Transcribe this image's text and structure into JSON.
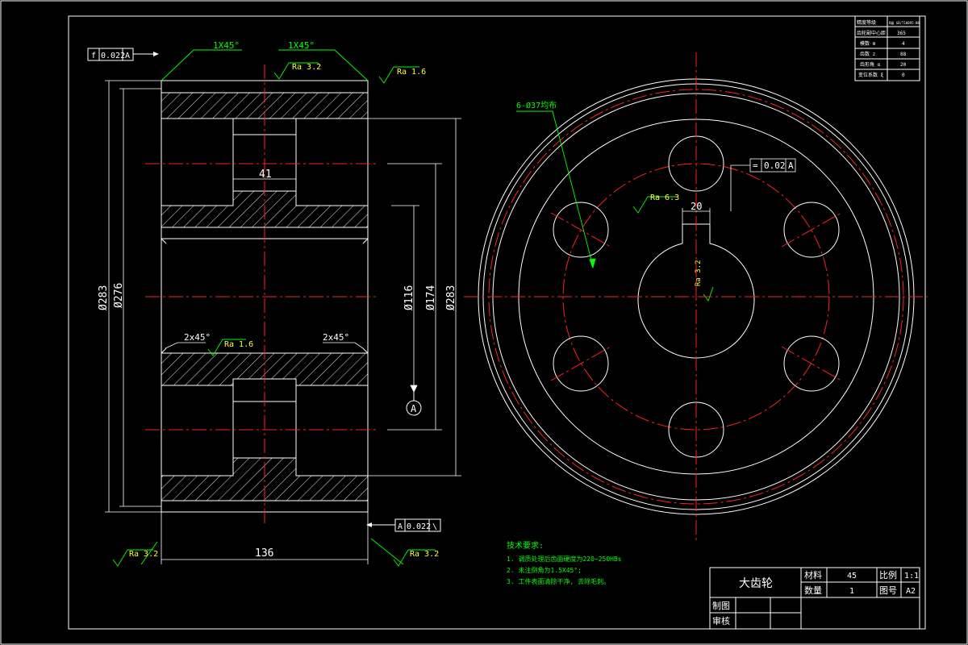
{
  "dims": {
    "phi_283_left": "Ø283",
    "phi_276": "Ø276",
    "phi_116": "Ø116",
    "phi_174": "Ø174",
    "phi_283_right": "Ø283",
    "width_136": "136",
    "hub_41": "41",
    "key_20": "20",
    "datum_a": "A"
  },
  "chamfers": {
    "top_left": "1X45°",
    "top_right": "1X45°",
    "inner_left": "2x45°",
    "inner_right": "2x45°"
  },
  "roughness": {
    "top_center": "Ra 3.2",
    "top_right": "Ra 1.6",
    "inner_left": "Ra 1.6",
    "bottom_left": "Ra 3.2",
    "bottom_right": "Ra 3.2",
    "keyway": "Ra 6.3",
    "bore": "Ra 3.2"
  },
  "tolerances": {
    "top_left": {
      "symbol": "f",
      "value": "0.022",
      "datum": "A"
    },
    "bottom_right": {
      "symbol": "A",
      "value": "0.022",
      "datum": "\\"
    },
    "keyway": {
      "symbol": "=",
      "value": "0.02",
      "datum": "A"
    }
  },
  "holes_callout": "6-Ø37均布",
  "tech_notes": {
    "title": "技术要求:",
    "items": [
      "1. 调质处理后齿面硬度为220~250HBs",
      "2. 未注倒角为1.5X45°;",
      "3. 工件表面清除干净, 去除毛刺。"
    ]
  },
  "param_table": [
    [
      "精度等级",
      "8级 GB/T10095-88"
    ],
    [
      "齿轮副中心距",
      "365"
    ],
    [
      "模数 m",
      "4"
    ],
    [
      "齿数 z",
      "88"
    ],
    [
      "齿形角 α",
      "20"
    ],
    [
      "变位系数 ξ",
      "0"
    ]
  ],
  "title_block": {
    "part_name": "大齿轮",
    "material_label": "材料",
    "material_value": "45",
    "scale_label": "比例",
    "scale_value": "1:1",
    "qty_label": "数量",
    "qty_value": "1",
    "drawing_no_label": "图号",
    "drawing_no_value": "A2",
    "drawn_label": "制图",
    "checked_label": "审核"
  }
}
